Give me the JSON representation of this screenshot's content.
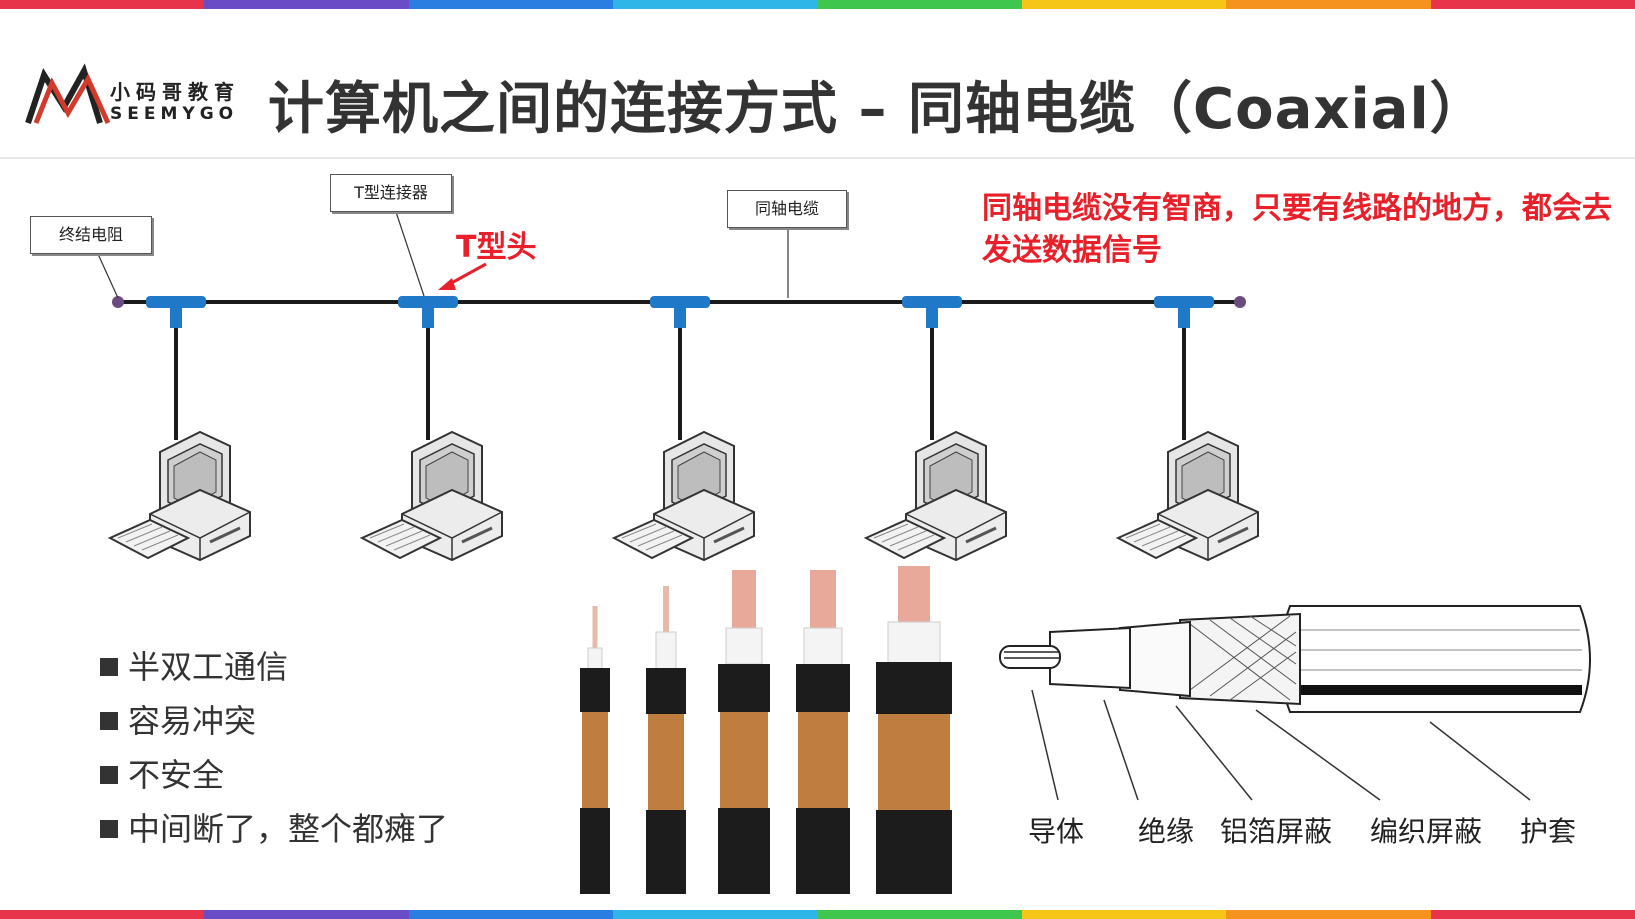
{
  "stripe_colors": [
    "#e8344a",
    "#6a4cc7",
    "#2a7de1",
    "#2fb6e8",
    "#3fc64c",
    "#f5c518",
    "#f6921e",
    "#e8344a"
  ],
  "logo": {
    "cn": "小码哥教育",
    "en": "SEEMYGO"
  },
  "title": "计算机之间的连接方式 – 同轴电缆（Coaxial）",
  "diagram": {
    "labels": {
      "terminator": "终结电阻",
      "t_connector": "T型连接器",
      "coax_cable": "同轴电缆"
    },
    "t_head": "T型头",
    "note": "同轴电缆没有智商，只要有线路的地方，都会去发送数据信号",
    "computer_count": 5
  },
  "features": [
    "半双工通信",
    "容易冲突",
    "不安全",
    "中间断了，整个都瘫了"
  ],
  "cable_parts": [
    "导体",
    "绝缘",
    "铝箔屏蔽",
    "编织屏蔽",
    "护套"
  ],
  "colors": {
    "accent_red": "#e8202a",
    "connector_blue": "#1f78c8",
    "cable_black": "#1a1a1a"
  }
}
